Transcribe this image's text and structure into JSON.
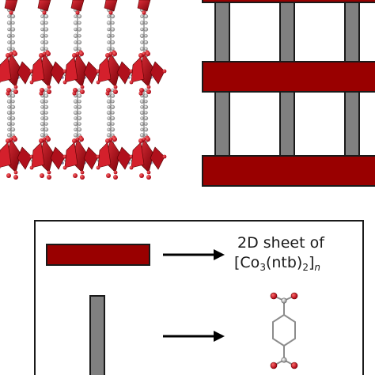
{
  "colors": {
    "sheet_fill": "#990000",
    "sheet_stroke": "#1a1a1a",
    "pillar_fill": "#808080",
    "atom_red": "#c8141e",
    "atom_grey": "#bdbdbd",
    "bond_grey": "#8c8c8c",
    "arrow": "#000000"
  },
  "legend": {
    "sheet_label_line1": "2D sheet of",
    "sheet_formula": {
      "open": "[Co",
      "sub1": "3",
      "mid": "(ntb)",
      "sub2": "2",
      "close": "]",
      "subn": "n"
    }
  },
  "icons": {
    "crystal_structure": "crystal-structure-view",
    "linker_molecule": "terephthalate-linker-molecule"
  }
}
